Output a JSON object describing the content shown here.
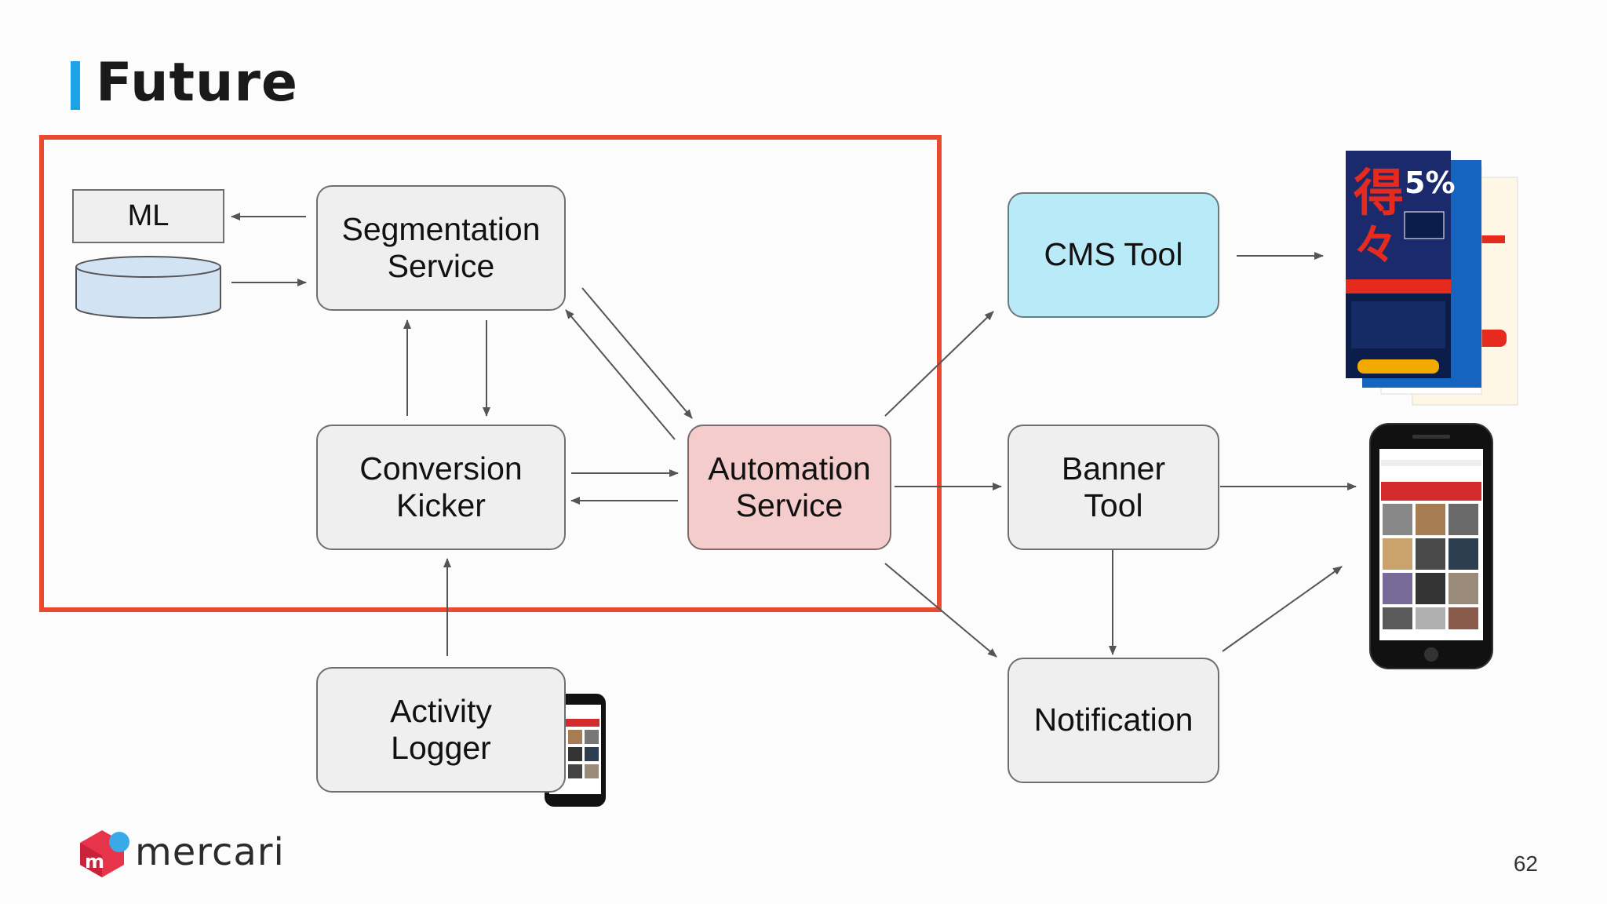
{
  "slide": {
    "title": "Future",
    "page_number": "62"
  },
  "nodes": {
    "ml": "ML",
    "segmentation": "Segmentation\nService",
    "conversion": "Conversion\nKicker",
    "automation": "Automation\nService",
    "activity": "Activity\nLogger",
    "cms": "CMS Tool",
    "banner": "Banner\nTool",
    "notification": "Notification"
  },
  "brand": {
    "logo_text": "mercari",
    "logo_mark_letter": "m",
    "colors": {
      "accent_blue": "#1ba3e8",
      "highlight_red": "#ea4a2f",
      "cms_fill": "#b9eaf8",
      "automation_fill": "#f4cccc",
      "logo_red": "#e8344a"
    }
  },
  "icons": {
    "logo": "mercari-cube-logo",
    "database": "database-cylinder-icon",
    "phone": "smartphone-icon",
    "poster": "campaign-poster-stack"
  }
}
